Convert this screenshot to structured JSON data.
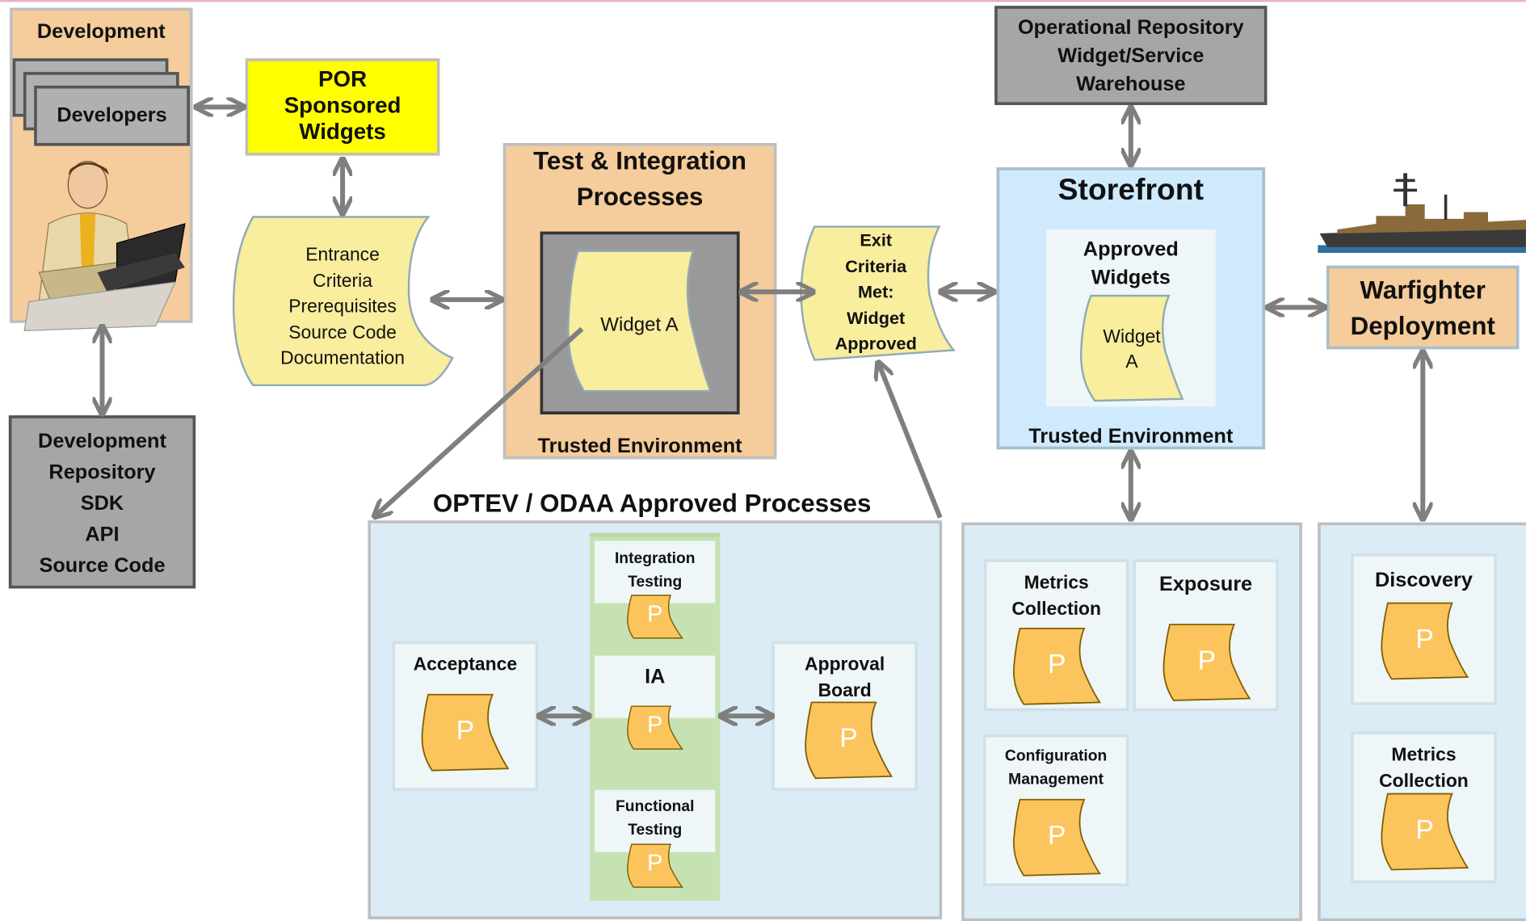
{
  "development": {
    "title": "Development",
    "developers": "Developers"
  },
  "dev_repo": {
    "lines": "Development\nRepository\nSDK\nAPI\nSource Code"
  },
  "por": {
    "lines": "POR\nSponsored\nWidgets"
  },
  "entrance": {
    "lines": "Entrance\nCriteria\nPrerequisites\nSource Code\nDocumentation"
  },
  "test_integration": {
    "title": "Test & Integration\nProcesses",
    "widget": "Widget A",
    "footer": "Trusted Environment"
  },
  "exit_criteria": {
    "lines": "Exit\nCriteria\nMet:\nWidget\nApproved"
  },
  "op_repo": {
    "lines": "Operational Repository\nWidget/Service\nWarehouse"
  },
  "storefront": {
    "title": "Storefront",
    "approved": "Approved\nWidgets",
    "widget": "Widget\nA",
    "footer": "Trusted Environment"
  },
  "warfighter": {
    "lines": "Warfighter\nDeployment"
  },
  "optev": {
    "title": "OPTEV  / ODAA Approved Processes",
    "acceptance": "Acceptance",
    "integration_testing": "Integration\nTesting",
    "ia": "IA",
    "functional_testing": "Functional\nTesting",
    "approval_board": "Approval\nBoard",
    "p": "P"
  },
  "store_procs": {
    "metrics": "Metrics\nCollection",
    "exposure": "Exposure",
    "config": "Configuration\nManagement",
    "p": "P"
  },
  "deploy_procs": {
    "discovery": "Discovery",
    "metrics": "Metrics\nCollection",
    "p": "P"
  },
  "colors": {
    "orange": "#f5cc9b",
    "yellow": "#ffff00",
    "gray": "#a6a6a6",
    "light_blue": "#dcecf7",
    "sky": "#cfeafc",
    "scroll": "#f9ed9e",
    "p_scroll": "#fcc45d",
    "green": "#c6e2b2"
  }
}
